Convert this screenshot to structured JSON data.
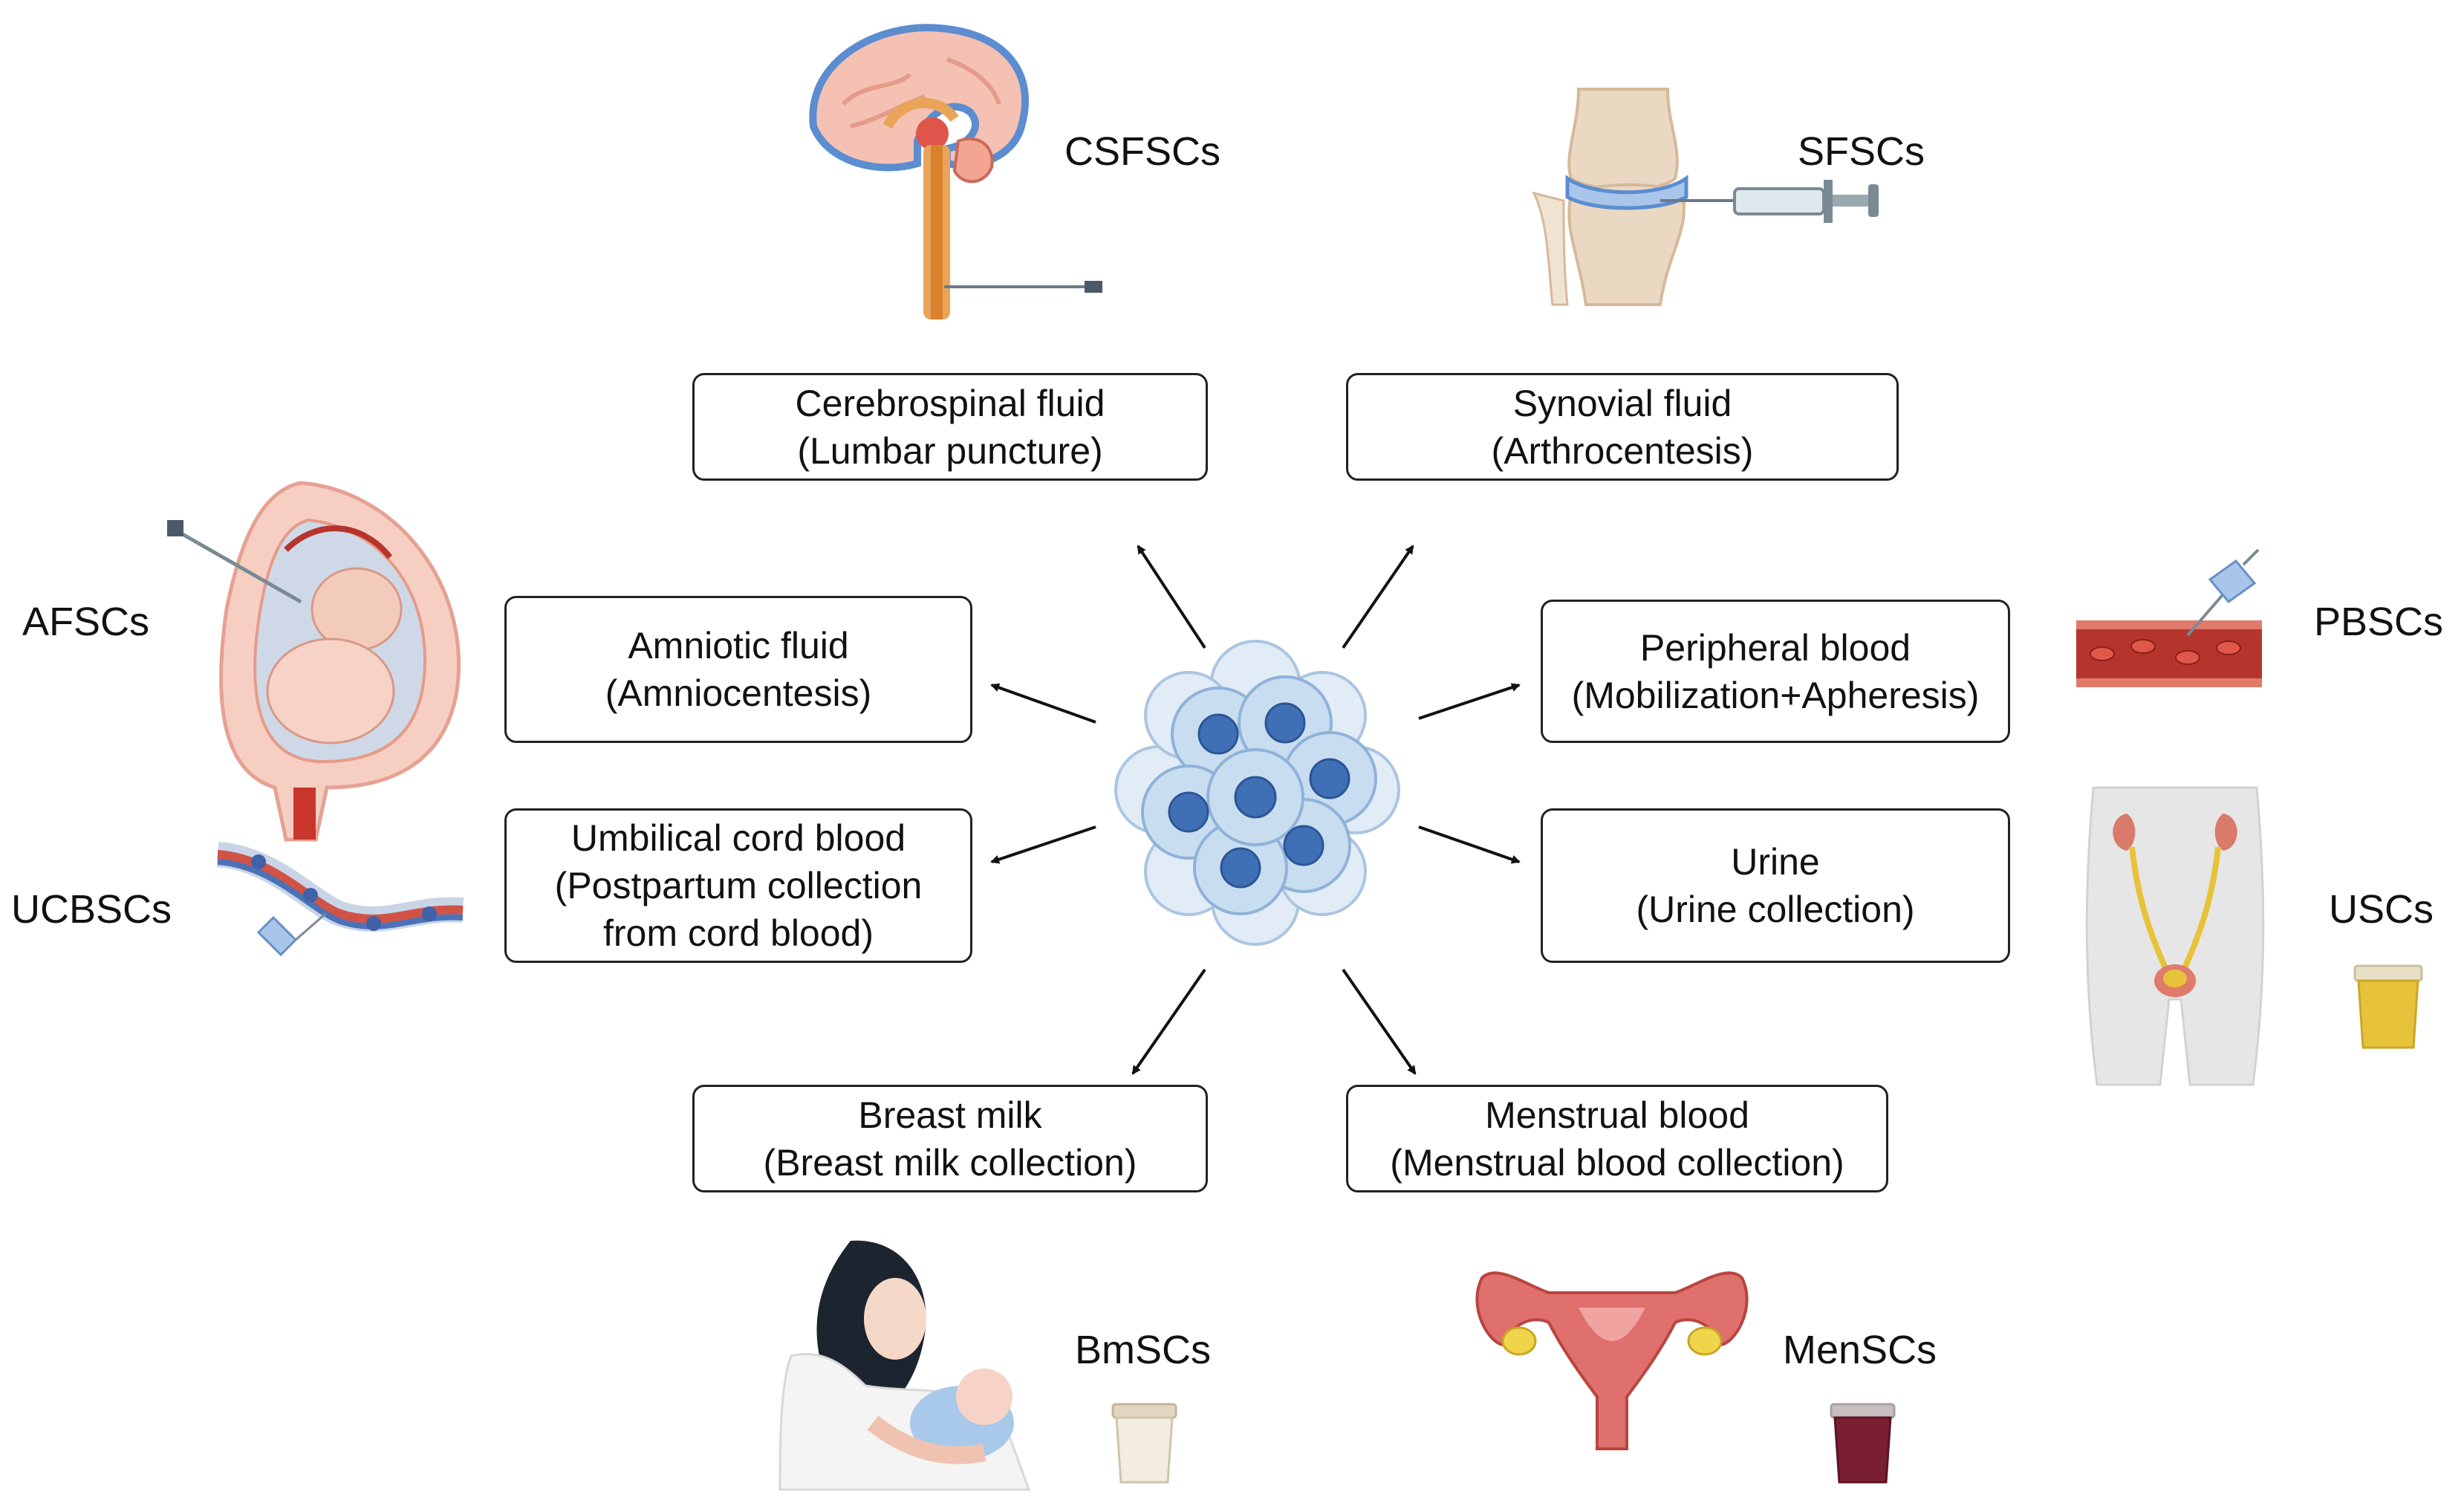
{
  "sources": {
    "csf": {
      "abbr": "CSFSCs",
      "line1": "Cerebrospinal fluid",
      "line2": "(Lumbar puncture)"
    },
    "sf": {
      "abbr": "SFSCs",
      "line1": "Synovial fluid",
      "line2": "(Arthrocentesis)"
    },
    "af": {
      "abbr": "AFSCs",
      "line1": "Amniotic fluid",
      "line2": "(Amniocentesis)"
    },
    "pb": {
      "abbr": "PBSCs",
      "line1": "Peripheral blood",
      "line2": "(Mobilization+Apheresis)"
    },
    "ucb": {
      "abbr": "UCBSCs",
      "line1": "Umbilical cord blood",
      "line2": "(Postpartum collection",
      "line3": "from cord blood)"
    },
    "urine": {
      "abbr": "USCs",
      "line1": "Urine",
      "line2": "(Urine collection)"
    },
    "bm": {
      "abbr": "BmSCs",
      "line1": "Breast milk",
      "line2": "(Breast milk collection)"
    },
    "men": {
      "abbr": "MenSCs",
      "line1": "Menstrual blood",
      "line2": "(Menstrual blood collection)"
    }
  },
  "colors": {
    "cell_fill": "#c9ddf0",
    "cell_edge": "#8fb2d8",
    "nucleus": "#3f6fb5",
    "blood": "#b5352c",
    "vessel_wall": "#e07a6a",
    "bone": "#e9d5be",
    "skin": "#f6cfc2",
    "uterus": "#e0706d",
    "urine_yellow": "#e7c33b",
    "menstrual": "#7a1f32",
    "hair": "#1c2430"
  }
}
